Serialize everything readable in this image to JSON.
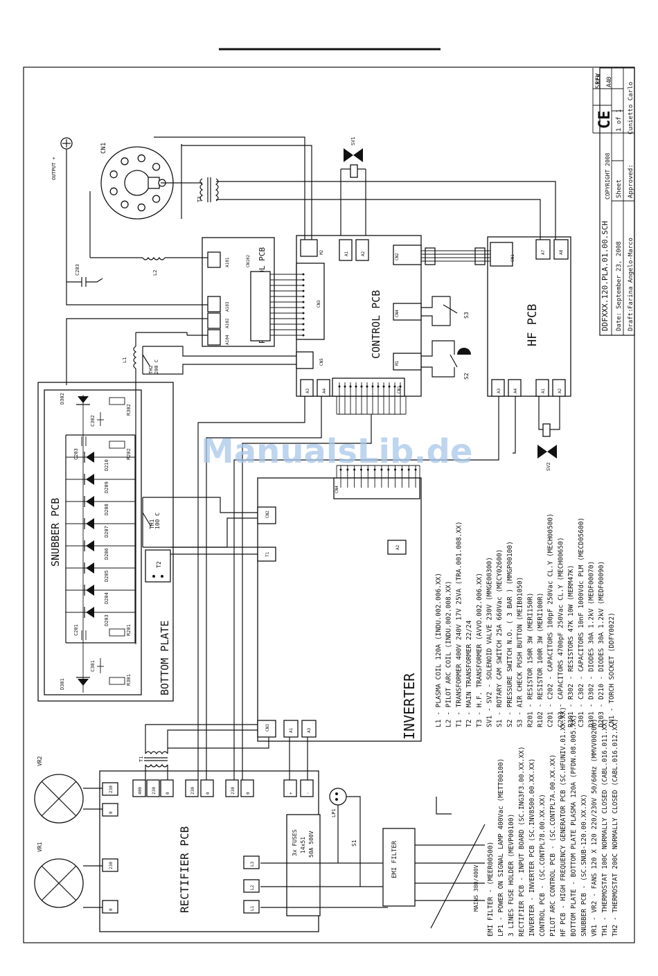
{
  "watermark": "ManualsLib.de",
  "title_block": {
    "file": "DDFXXX.120.PLA.01.00.SCH",
    "size_label": "Size",
    "size": "A4",
    "rev_label": "REV",
    "rev": "0",
    "date_label": "Date:",
    "date": "September 23, 2008",
    "sheet_label": "Sheet",
    "sheet": "1 of 1",
    "copyright": "COPYRIGHT 2008",
    "draft_label": "Draft:",
    "draft": "Farina Angelo-Marco",
    "approved_label": "Approved:",
    "approved": "Cunietto Carlo",
    "ce": "CE"
  },
  "blocks": {
    "rectifier": "RECTIFIER PCB",
    "inverter": "INVERTER",
    "snubber": "SNUBBER PCB",
    "bottom_plate": "BOTTOM PLATE",
    "control": "CONTROL PCB",
    "pilot": "PILOT ARC CONTROL PCB",
    "hf": "HF PCB",
    "emi": "EMI FILTER",
    "fuses_1": "3x FUSES",
    "fuses_2": "14x51",
    "fuses_3": "50A 500V",
    "mains": "MAINS 380/400V",
    "output": "OUTPUT +"
  },
  "labels": {
    "cn1": "CN1",
    "t3": "T3",
    "l2": "L2",
    "l1": "L1",
    "c203": "C203",
    "th2": "TH2",
    "th2_val": "200 C",
    "th1": "TH1",
    "th1_val": "100 C",
    "t1": "T1",
    "t2": "T2",
    "s1": "S1",
    "s2": "S2",
    "s3": "S3",
    "sv1": "SV1",
    "sv2": "SV2",
    "lp1": "LP1",
    "vr1": "VR1",
    "vr2": "VR2",
    "d301": "D301",
    "d302": "D302",
    "r301": "R301",
    "r302": "R302",
    "c301": "C301",
    "c302": "C302",
    "c201": "C201",
    "c202": "C202",
    "r201": "R201",
    "r202": "R202",
    "d203": "D203",
    "d204": "D204",
    "d205": "D205",
    "d206": "D206",
    "d207": "D207",
    "d208": "D208",
    "d209": "D209",
    "d210": "D210",
    "rect_230a": "230",
    "rect_0a": "0",
    "rect_230b": "230",
    "rect_0b": "0",
    "rect_400": "400",
    "rect_230c": "230",
    "rect_0c": "0",
    "rect_230d": "230",
    "rect_0d": "0",
    "rect_230e": "230",
    "rect_0e": "0",
    "rect_plus": "+",
    "rect_minus": "-",
    "l1p": "L1",
    "l2p": "L2",
    "l3p": "L3",
    "inv_t1": "T1",
    "inv_a2": "A2",
    "inv_cn2": "CN2",
    "inv_cn4": "CN4",
    "inv_a1": "A1",
    "inv_a3": "A3",
    "inv_cn3": "CN3",
    "ctl_a3": "A3",
    "ctl_a4": "A4",
    "ctl_cn1": "CN1",
    "ctl_cn3": "CN3",
    "ctl_cn5": "CN5",
    "ctl_cn4": "CN4",
    "ctl_m1": "M1",
    "ctl_cn2": "CN2",
    "ctl_m2": "M2",
    "ctl_a1": "A1",
    "ctl_a2": "A2",
    "hf_a3": "A3",
    "hf_a4": "A4",
    "hf_a1": "A1",
    "hf_a2": "A2",
    "hf_cn1": "CN1",
    "hf_a7": "A7",
    "hf_a8": "A8",
    "pil_a101": "A101",
    "pil_a103": "A103",
    "pil_a102": "A102",
    "pil_a104": "A104",
    "pil_cn102": "CN102"
  },
  "legend_left": [
    "EMI FILTER - (MEER00500)",
    "LP1 - POWER ON SIGNAL LAMP 400Vac (METT00100)",
    "3 LINES FUSE HOLDER (MEVP00100)",
    "RECTIFIER PCB - INPUT BOARD (SC.ING3F3.00.XX.XX)",
    "INVERTER - INVERTER PCB (SC.INV8500.00.XX.XX)",
    "CONTROL PCB - (SC.CONTPL78.00.XX.XX)",
    "PILOT ARC CONTROL PCB - (SC.CONTPL7A.00.XX.XX)",
    "HF PCB - HIGH FREQUENCY GENERATOR PCB (SC.HFUNIV.01.XX.XX)",
    "BOTTOM PLATE - BOTTOM PLATE PLASMA 120A (PFDN.08.005.XX)",
    "SNUBBER PCB - (SC.SNUB-120.00.XX.XX)",
    "VR1 - VR2 - FANS 120 X 120 220/230V 50/60Hz (MMVV00200)",
    "TH1 - THERMOSTAT 100C NORMALLY CLOSED (CABL.016.011.XX)",
    "TH2 - THERMOSTAT 200C NORMALLY CLOSED (CABL.016.012.XX)"
  ],
  "legend_right": [
    "L1 - PLASMA COIL 120A (INDU.002.006.XX)",
    "L2 - PILOT ARC COIL (INDU.002.008.XX)",
    "T1 - TRANSFORMER 400V 240V 17V 25VA (TRA.001.008.XX)",
    "T2 - MAIN TRANSFORMER 22/24",
    "T3 - H.F. TRANSFORMER (AVVO.002.006.XX)",
    "SV1 - SV2 - SOLENOID VALVE 230V (MMGE00300)",
    "S1 - ROTARY CAM SWITCH 25A 660Vac (MECY02600)",
    "S2 - PRESSURE SWITCH N.O. ( 3 BAR ) (MMGP00100)",
    "S3 - AIR CHECK PUSH BUTTON (MEIB01050)",
    "R201 - RESISTOR 150R 3W (MERI150R)",
    "R102 - RESISTOR 100R 3W (MERI100R)",
    "C201 - C202 - CAPACITORS 100pF 250Vac CL.Y (MECH00500)",
    "C203 - CAPACITORS 4700pF 250Vac CL.Y (MECH00650)",
    "R301 - R302 - RESISTORS 47K 10W (MERM47K)",
    "C301 - C302 - CAPACITORS 10nF 1000Vdc PLM (MECD05600)",
    "D301 - D302 - DIODES 30A 1.2kV (MEDF00070)",
    "D203 - D210 - DIODES 30A 1.2kV (MEDF00090)",
    "CN1 - TORCH SOCKET (DDFY0022)"
  ]
}
